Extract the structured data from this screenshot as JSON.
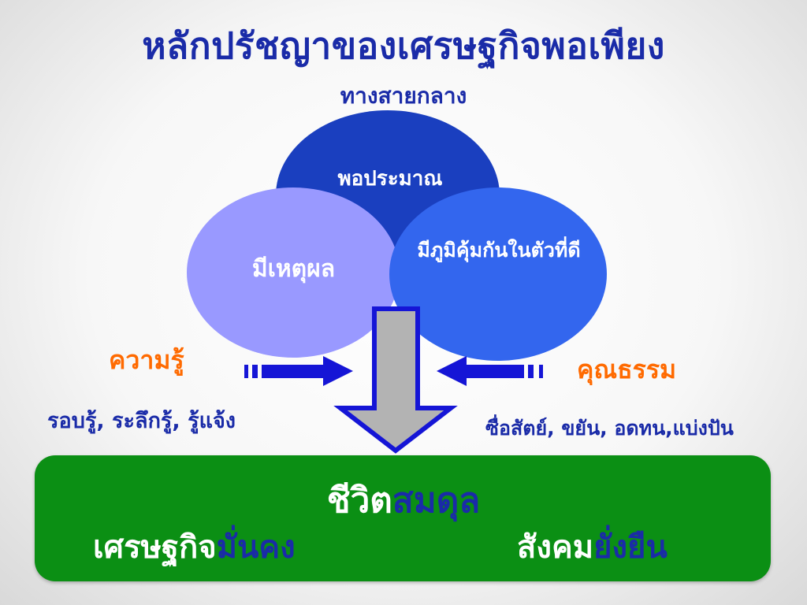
{
  "title": "หลักปรัชญาของเศรษฐกิจพอเพียง",
  "subtitle": "ทางสายกลาง",
  "circles": {
    "top": "พอประมาณ",
    "left": "มีเหตุผล",
    "right": "มีภูมิคุ้มกันในตัวที่ดี"
  },
  "conditions": {
    "knowledge": "ความรู้",
    "knowledge_desc": "รอบรู้, ระลึกรู้, รู้แจ้ง",
    "virtue": "คุณธรรม",
    "virtue_desc": "ซื่อสัตย์, ขยัน, อดทน,แบ่งปัน"
  },
  "outcome": {
    "line1_part1": "ชีวิต",
    "line1_part2": "สมดุล",
    "economy_part1": "เศรษฐกิจ",
    "economy_part2": "มั่นคง",
    "society_part1": "สังคม",
    "society_part2": "ยั่งยืน"
  },
  "colors": {
    "title_blue": "#1a2ba8",
    "circle_top": "#1a3fbf",
    "circle_left": "#9999ff",
    "circle_right": "#3366ee",
    "accent_orange": "#ff6a00",
    "panel_green": "#0b8f14",
    "arrow_gray": "#b3b3b3"
  },
  "icons": [
    "arrow-right-icon",
    "arrow-left-icon",
    "arrow-down-icon"
  ]
}
